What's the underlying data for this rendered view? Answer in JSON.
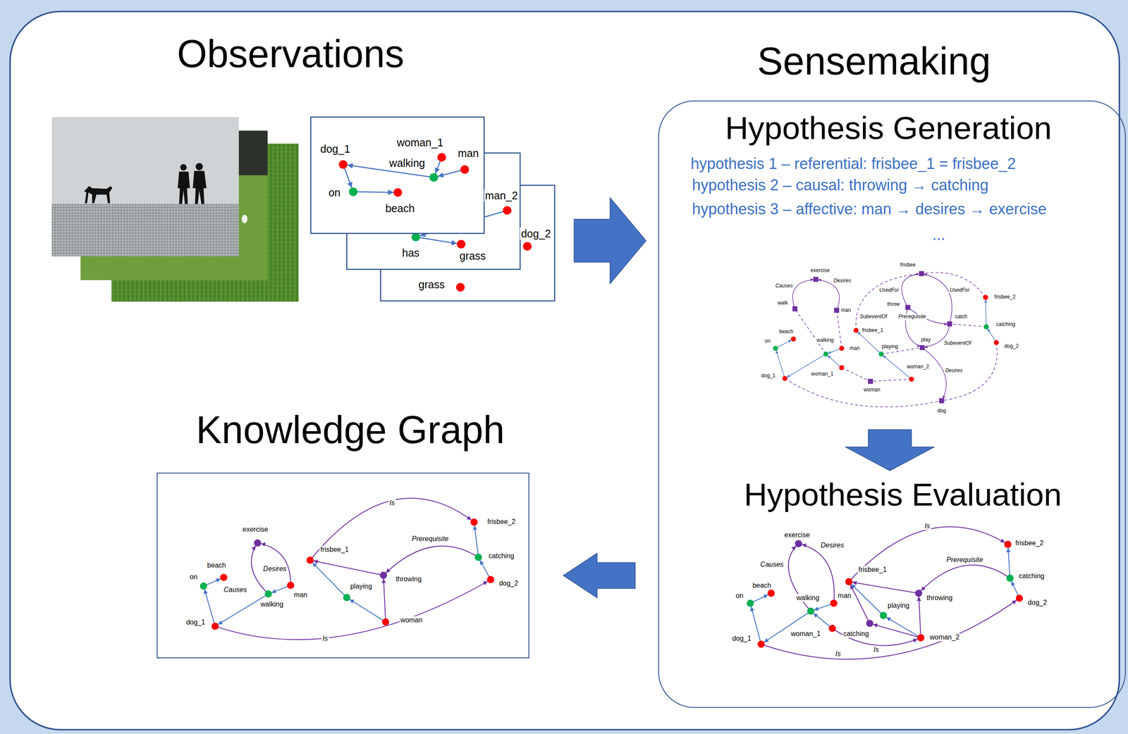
{
  "diagram": {
    "nodes": [
      {
        "text": [
          "Observations"
        ]
      },
      {
        "text": [
          "Sensemaking"
        ]
      },
      {
        "text": [
          "Hypothesis Generation",
          "hypothesis 1 – referential: frisbee_1 = frisbee_2",
          "hypothesis 2 – causal: throwing → catching",
          "hypothesis 3 – affective: man → desires → exercise",
          "..."
        ],
        "in": 1
      },
      {
        "text": [
          "Hypothesis Evaluation"
        ],
        "in": 1
      },
      {
        "text": [
          "Knowledge Graph"
        ]
      }
    ],
    "edges": [
      {
        "from": 0,
        "to": 1,
        "arrow": "to"
      },
      {
        "from": 2,
        "to": 3,
        "arrow": "to"
      },
      {
        "from": 1,
        "to": 4,
        "arrow": "to"
      }
    ],
    "labels": [
      "dog_1",
      "woman_1",
      "man",
      "walking",
      "on",
      "beach",
      "man_2",
      "has",
      "grass",
      "dog_2",
      "grass",
      "exercise",
      "frisbee",
      "Causes",
      "Desires",
      "UsedFor",
      "UsedFor",
      "frisbee_2",
      "walk",
      "throw",
      "man",
      "SubeventOf",
      "Prerequisite",
      "catch",
      "catching",
      "frisbee_1",
      "beach",
      "walking",
      "on",
      "play",
      "SubeventOf",
      "dog_2",
      "man",
      "playing",
      "woman_2",
      "Desires",
      "woman_1",
      "dog_1",
      "woman",
      "dog",
      "Is",
      "exercise",
      "frisbee_2",
      "Desires",
      "frisbee_1",
      "Prerequisite",
      "Causes",
      "catching",
      "beach",
      "on",
      "walking",
      "man",
      "throwing",
      "playing",
      "dog_2",
      "woman_1",
      "catching",
      "woman_2",
      "dog_1",
      "Is",
      "Is",
      "Is",
      "exercise",
      "frisbee_2",
      "Prerequisite",
      "frisbee_1",
      "catching",
      "beach",
      "Desires",
      "on",
      "throwing",
      "dog_2",
      "playing",
      "Causes",
      "man",
      "walking",
      "woman",
      "dog_1",
      "Is"
    ]
  }
}
